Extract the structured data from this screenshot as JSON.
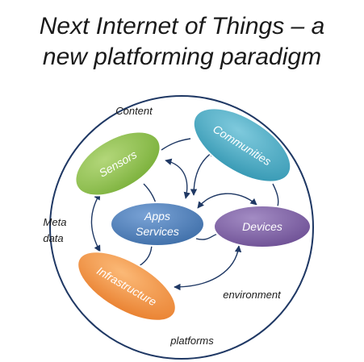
{
  "title": {
    "line1": "Next Internet of Things – a",
    "line2": "new platforming paradigm"
  },
  "diagram": {
    "outer_labels": {
      "top": "Content",
      "left_line1": "Meta",
      "left_line2": "data",
      "right": "environment",
      "bottom": "platforms"
    },
    "nodes": {
      "sensors": {
        "label": "Sensors",
        "color": "#92c24d"
      },
      "communities": {
        "label": "Communities",
        "color": "#4bacc6"
      },
      "apps_line1": "Apps",
      "apps_line2": "Services",
      "apps_color": "#4f81bd",
      "devices": {
        "label": "Devices",
        "color": "#8064a2"
      },
      "infrastructure": {
        "label": "Infrastructure",
        "color": "#f79646"
      }
    },
    "outline_color": "#1f3864",
    "arrow_color": "#1f3864"
  }
}
